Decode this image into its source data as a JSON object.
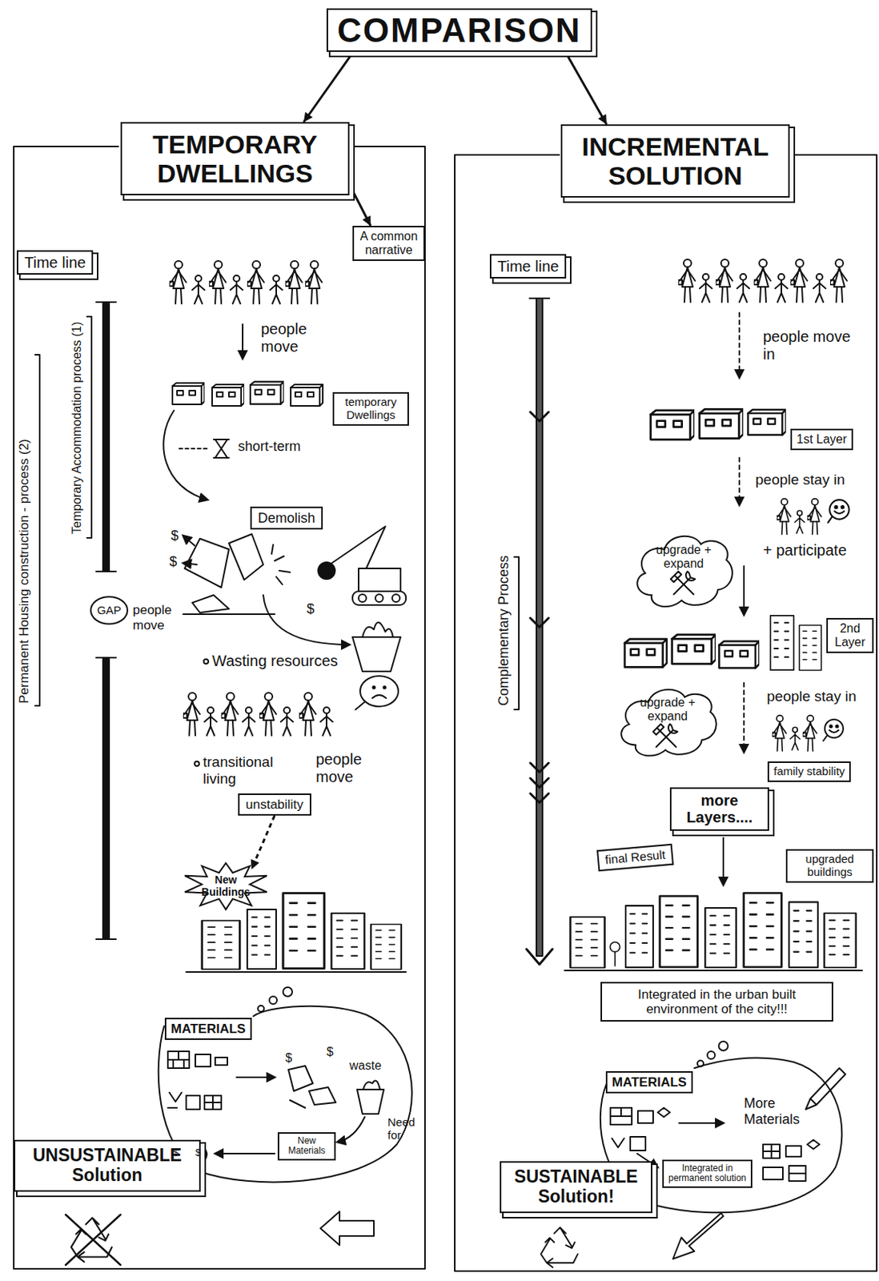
{
  "diagram": {
    "nodes": [
      {
        "text": [
          "COMPARISON"
        ]
      },
      {
        "text": [
          "TEMPORARY DWELLINGS"
        ]
      },
      {
        "text": [
          "A common narrative"
        ]
      },
      {
        "text": [
          "Time line"
        ]
      },
      {
        "text": [
          "temporary Dwellings"
        ]
      },
      {
        "text": [
          "Demolish"
        ]
      },
      {
        "text": [
          "GAP"
        ]
      },
      {
        "text": [
          "unstability"
        ]
      },
      {
        "text": [
          "New Buildings"
        ]
      },
      {
        "text": [
          "MATERIALS"
        ]
      },
      {
        "text": [
          "New Materials"
        ]
      },
      {
        "text": [
          "UNSUSTAINABLE Solution"
        ]
      },
      {
        "text": [
          "INCREMENTAL SOLUTION"
        ]
      },
      {
        "text": [
          "Time line"
        ]
      },
      {
        "text": [
          "1st Layer"
        ]
      },
      {
        "text": [
          "upgrade + expand"
        ]
      },
      {
        "text": [
          "2nd Layer"
        ]
      },
      {
        "text": [
          "upgrade + expand"
        ]
      },
      {
        "text": [
          "family stability"
        ]
      },
      {
        "text": [
          "more Layers...."
        ]
      },
      {
        "text": [
          "final Result"
        ]
      },
      {
        "text": [
          "upgraded buildings"
        ]
      },
      {
        "text": [
          "Integrated in the urban built environment of the city!!!"
        ]
      },
      {
        "text": [
          "MATERIALS"
        ]
      },
      {
        "text": [
          "Integrated in permanent solution"
        ]
      },
      {
        "text": [
          "SUSTAINABLE Solution!"
        ]
      }
    ],
    "edges": [
      {
        "from": 0,
        "to": 1,
        "arrow": "to"
      },
      {
        "from": 0,
        "to": 12,
        "arrow": "to"
      },
      {
        "from": 1,
        "to": 2,
        "arrow": "to"
      },
      {
        "from": 7,
        "to": 8,
        "arrow": "to"
      }
    ],
    "labels": [
      "people move",
      "short-term",
      "$",
      "$",
      "$",
      "Wasting resources",
      "people move",
      "transitional living",
      "people move",
      "Permanent Housing construction - process (2)",
      "Temporary Accommodation process (1)",
      "$",
      "$",
      "waste",
      "Need for",
      "$",
      "$",
      "people move in",
      "people stay in",
      "+ participate",
      "people stay in",
      "Complementary Process",
      "More Materials"
    ]
  }
}
